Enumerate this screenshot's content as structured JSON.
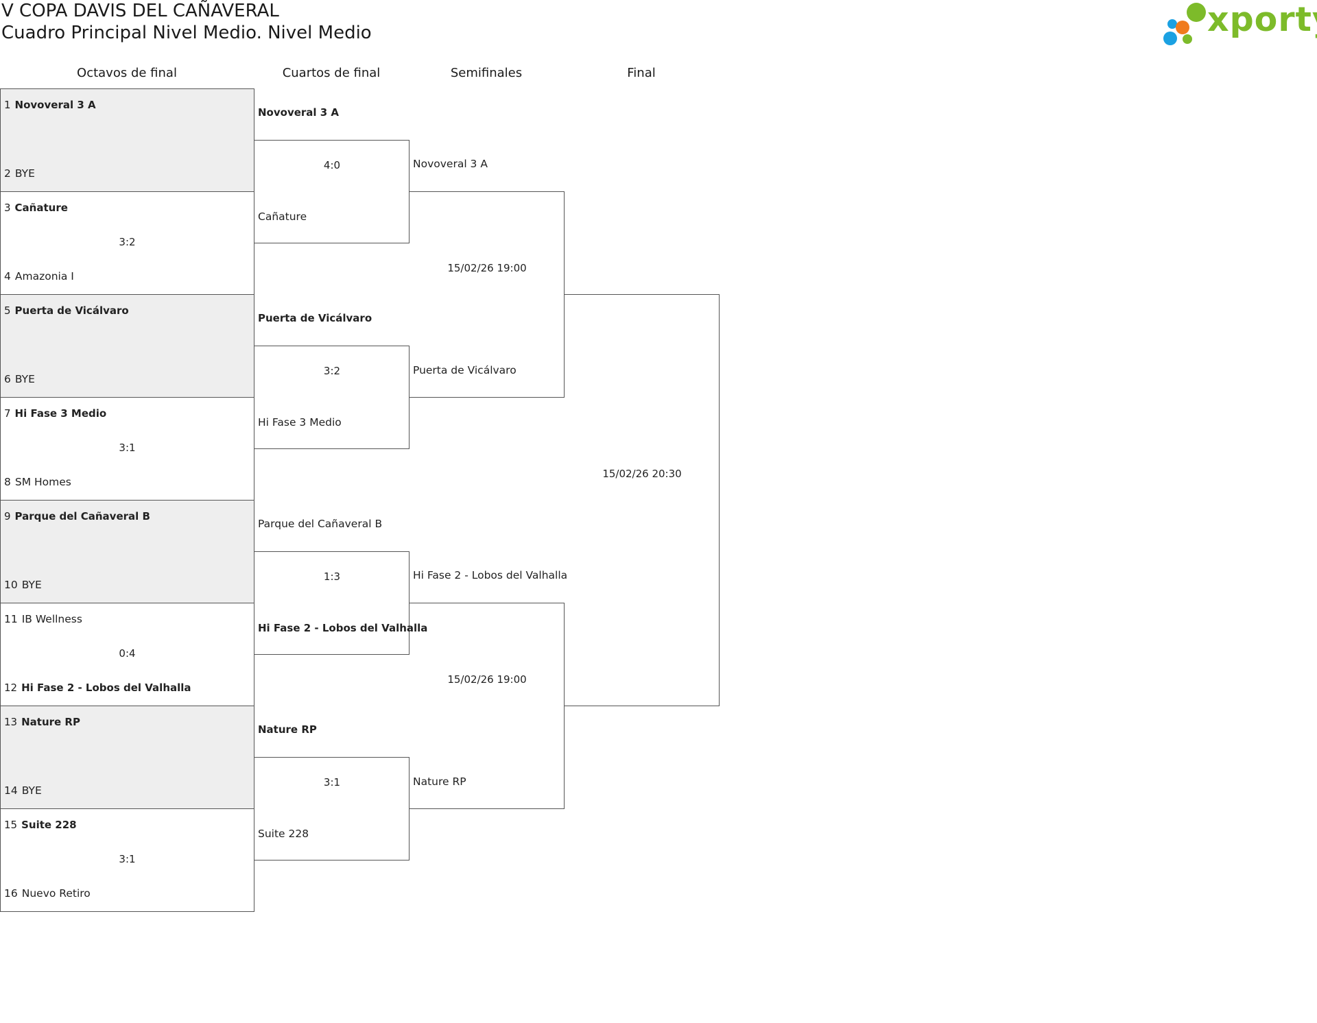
{
  "header": {
    "title": "V COPA DAVIS DEL CAÑAVERAL",
    "subtitle": "Cuadro Principal Nivel Medio. Nivel Medio",
    "logo_text": "xporty",
    "logo_colors": [
      "#1ba1e2",
      "#7dbb2a",
      "#f07b1e"
    ]
  },
  "rounds": [
    "Octavos de final",
    "Cuartos de final",
    "Semifinales",
    "Final"
  ],
  "round_of_16": [
    {
      "top_seed": "1",
      "top_name": "Novoveral 3 A",
      "bottom_seed": "2",
      "bottom_name": "BYE",
      "score": ""
    },
    {
      "top_seed": "3",
      "top_name": "Cañature",
      "bottom_seed": "4",
      "bottom_name": "Amazonia I",
      "score": "3:2"
    },
    {
      "top_seed": "5",
      "top_name": "Puerta de Vicálvaro",
      "bottom_seed": "6",
      "bottom_name": "BYE",
      "score": ""
    },
    {
      "top_seed": "7",
      "top_name": "Hi Fase 3 Medio",
      "bottom_seed": "8",
      "bottom_name": "SM Homes",
      "score": "3:1"
    },
    {
      "top_seed": "9",
      "top_name": "Parque del Cañaveral B",
      "bottom_seed": "10",
      "bottom_name": "BYE",
      "score": ""
    },
    {
      "top_seed": "11",
      "top_name": "IB Wellness",
      "bottom_seed": "12",
      "bottom_name": "Hi Fase 2 - Lobos del Valhalla",
      "score": "0:4"
    },
    {
      "top_seed": "13",
      "top_name": "Nature RP",
      "bottom_seed": "14",
      "bottom_name": "BYE",
      "score": ""
    },
    {
      "top_seed": "15",
      "top_name": "Suite 228",
      "bottom_seed": "16",
      "bottom_name": "Nuevo Retiro",
      "score": "3:1"
    }
  ],
  "quarterfinals": [
    {
      "top_name": "Novoveral 3 A",
      "bottom_name": "Cañature",
      "score": "4:0"
    },
    {
      "top_name": "Puerta de Vicálvaro",
      "bottom_name": "Hi Fase 3 Medio",
      "score": "3:2"
    },
    {
      "top_name": "Parque del Cañaveral B",
      "bottom_name": "Hi Fase 2 - Lobos del Valhalla",
      "score": "1:3"
    },
    {
      "top_name": "Nature RP",
      "bottom_name": "Suite 228",
      "score": "3:1"
    }
  ],
  "semifinals": [
    {
      "top_name": "Novoveral 3 A",
      "bottom_name": "Puerta de Vicálvaro",
      "datetime": "15/02/26 19:00"
    },
    {
      "top_name": "Hi Fase 2 - Lobos del Valhalla",
      "bottom_name": "Nature RP",
      "datetime": "15/02/26 19:00"
    }
  ],
  "final": {
    "datetime": "15/02/26 20:30"
  }
}
